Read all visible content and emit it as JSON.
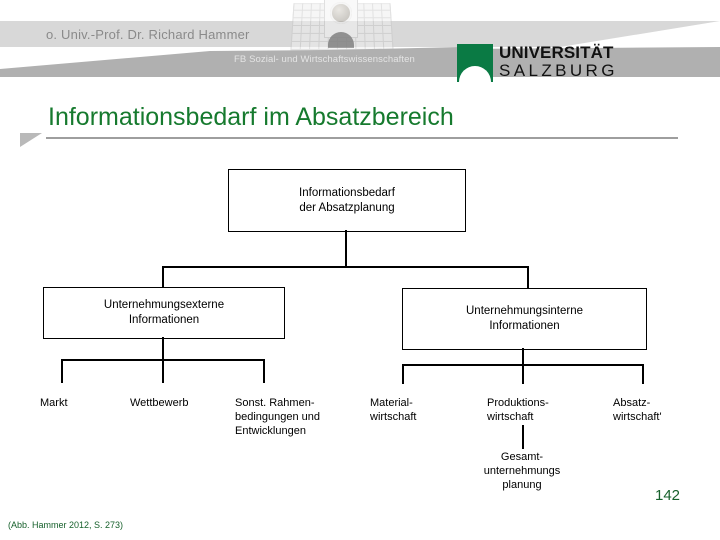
{
  "header": {
    "professor": "o. Univ.-Prof. Dr. Richard Hammer",
    "faculty": "FB Sozial- und Wirtschaftswissenschaften",
    "logo": {
      "line1": "UNIVERSITÄT",
      "line2": "SALZBURG",
      "mark_color": "#0a7a44"
    },
    "artwork_name": "university-building-photo"
  },
  "slide": {
    "title": "Informationsbedarf im Absatzbereich",
    "title_color": "#167a2e",
    "citation": "(Abb. Hammer 2012, S. 273)",
    "page_number": "142",
    "page_number_color": "#17612c"
  },
  "diagram": {
    "root": "Informationsbedarf\nder Absatzplanung",
    "root_line1": "Informationsbedarf",
    "root_line2": "der Absatzplanung",
    "level2": [
      {
        "line1": "Unternehmungsexterne",
        "line2": "Informationen"
      },
      {
        "line1": "Unternehmungsinterne",
        "line2": "Informationen"
      }
    ],
    "leaves_external": [
      "Markt",
      "Wettbewerb",
      "Sonst. Rahmen-\nbedingungen und\nEntwicklungen"
    ],
    "leaves_internal": [
      "Material-\nwirtschaft",
      "Produktions-\nwirtschaft",
      "Absatz-\nwirtschaft'"
    ],
    "sub_node": "Gesamt-\nunternehmungs\nplanung"
  }
}
